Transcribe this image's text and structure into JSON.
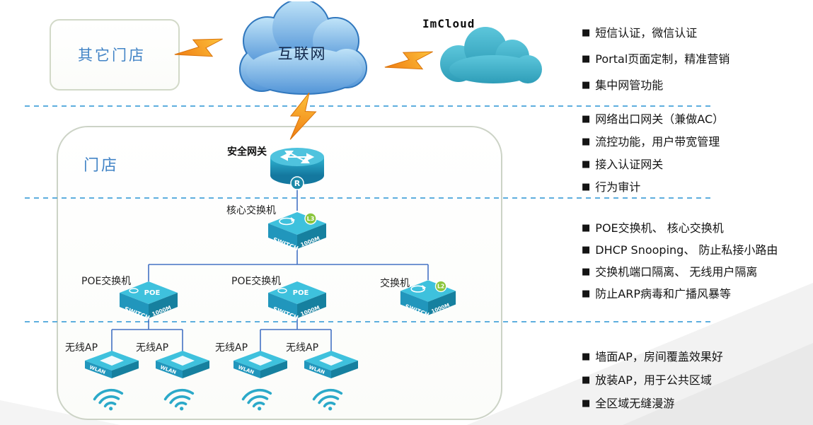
{
  "colors": {
    "teal": "#29A7C7",
    "connector_blue": "#4472C4",
    "lightning_orange": "#F5821F",
    "label_blue": "#4284C6",
    "dashed_blue": "#41A0D8",
    "badge_green": "#8CC63E"
  },
  "topology": {
    "other_store_label": "其它门店",
    "internet_label": "互联网",
    "imcloud_label": "ImCloud",
    "store_label": "门店",
    "gateway": {
      "label": "安全网关",
      "badge": "R"
    },
    "core_switch": {
      "label": "核心交换机",
      "badge": "L3",
      "front": "SWITCH",
      "side": "1000M"
    },
    "poe_switch": {
      "label": "POE交换机",
      "top": "POE",
      "front": "SWITCH",
      "side": "1000M"
    },
    "l2_switch": {
      "label": "交换机",
      "badge": "L2",
      "front": "SWITCH",
      "side": "1000M"
    },
    "ap": {
      "label": "无线AP",
      "front": "WLAN"
    }
  },
  "notes": {
    "bullet": "■",
    "group1": [
      "短信认证，微信认证",
      "Portal页面定制，精准营销",
      "集中网管功能"
    ],
    "group2": [
      "网络出口网关（兼做AC）",
      "流控功能，用户带宽管理",
      "接入认证网关",
      "行为审计"
    ],
    "group3": [
      "POE交换机、 核心交换机",
      "DHCP Snooping、 防止私接小路由",
      "交换机端口隔离、 无线用户隔离",
      "防止ARP病毒和广播风暴等"
    ],
    "group4": [
      "墙面AP，房间覆盖效果好",
      "放装AP，用于公共区域",
      "全区域无缝漫游"
    ]
  }
}
